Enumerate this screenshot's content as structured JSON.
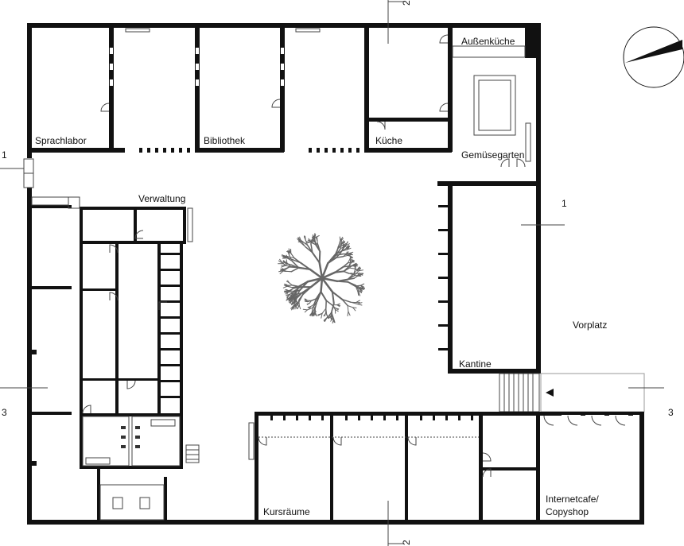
{
  "rooms": {
    "sprachlabor": "Sprachlabor",
    "bibliothek": "Bibliothek",
    "kueche": "Küche",
    "aussenkueche": "Außenküche",
    "gemuesegarten": "Gemüsegarten",
    "verwaltung": "Verwaltung",
    "kantine": "Kantine",
    "vorplatz": "Vorplatz",
    "kursraeume": "Kursräume",
    "internetcafe_line1": "Internetcafe/",
    "internetcafe_line2": "Copyshop"
  },
  "section_marks": {
    "left_1": "1",
    "right_1": "1",
    "top_2": "2",
    "bottom_2": "2",
    "left_3": "3",
    "right_3": "3"
  },
  "icons": {
    "north_arrow": "north-arrow-icon",
    "tree": "tree-icon",
    "entrance_arrow": "entrance-arrow-icon"
  },
  "colors": {
    "wall": "#111111",
    "line": "#444444",
    "background": "#ffffff"
  }
}
